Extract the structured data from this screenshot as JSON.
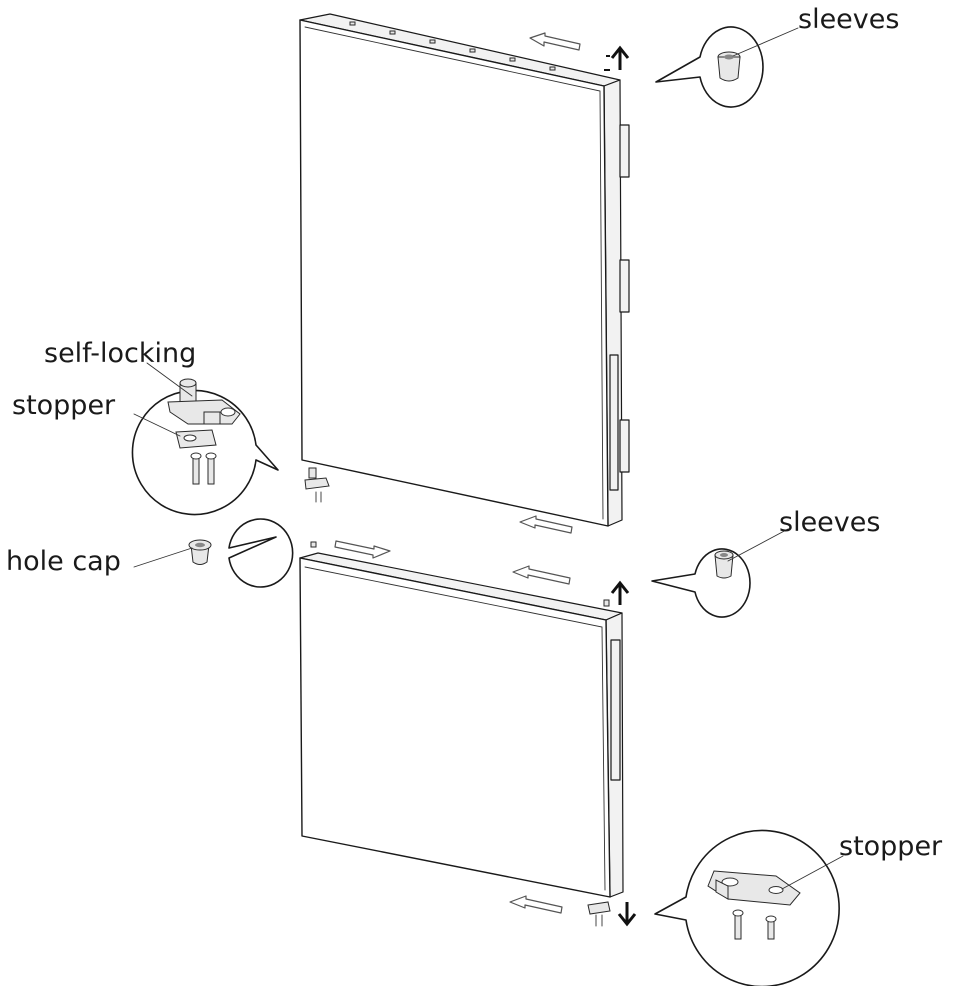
{
  "labels": {
    "sleeves_top": "sleeves",
    "self_locking": "self-locking",
    "stopper_left": "stopper",
    "sleeves_middle": "sleeves",
    "hole_cap": "hole cap",
    "stopper_bottom": "stopper"
  },
  "colors": {
    "line": "#1a1a1a",
    "fill": "#ffffff",
    "arrow_outline": "#555555"
  }
}
